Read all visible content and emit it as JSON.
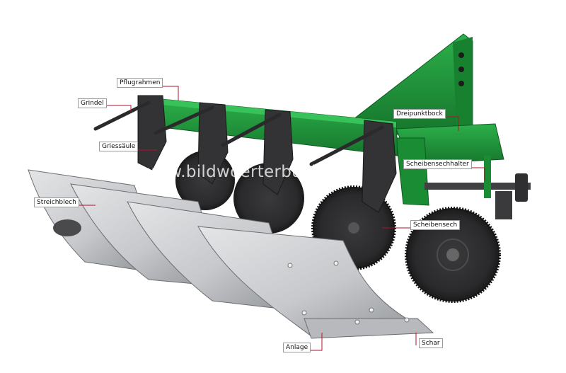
{
  "watermark": "www.bildwoerterbuch.com",
  "labels": {
    "pflugrahmen": "Pflugrahmen",
    "grindel": "Grindel",
    "griessaeule": "Griessäule",
    "streichblech": "Streichblech",
    "dreipunktbock": "Dreipunktbock",
    "scheibensechhalter": "Scheibensechhalter",
    "scheibensech": "Scheibensech",
    "anlage": "Anlage",
    "schar": "Schar"
  },
  "colors": {
    "frame_green": "#1f9a3a",
    "frame_dark_green": "#137028",
    "steel_dark": "#3c3c3e",
    "moldboard_light": "#d8d9db",
    "moldboard_shade": "#a9abae",
    "leader_line": "#b0122a"
  }
}
